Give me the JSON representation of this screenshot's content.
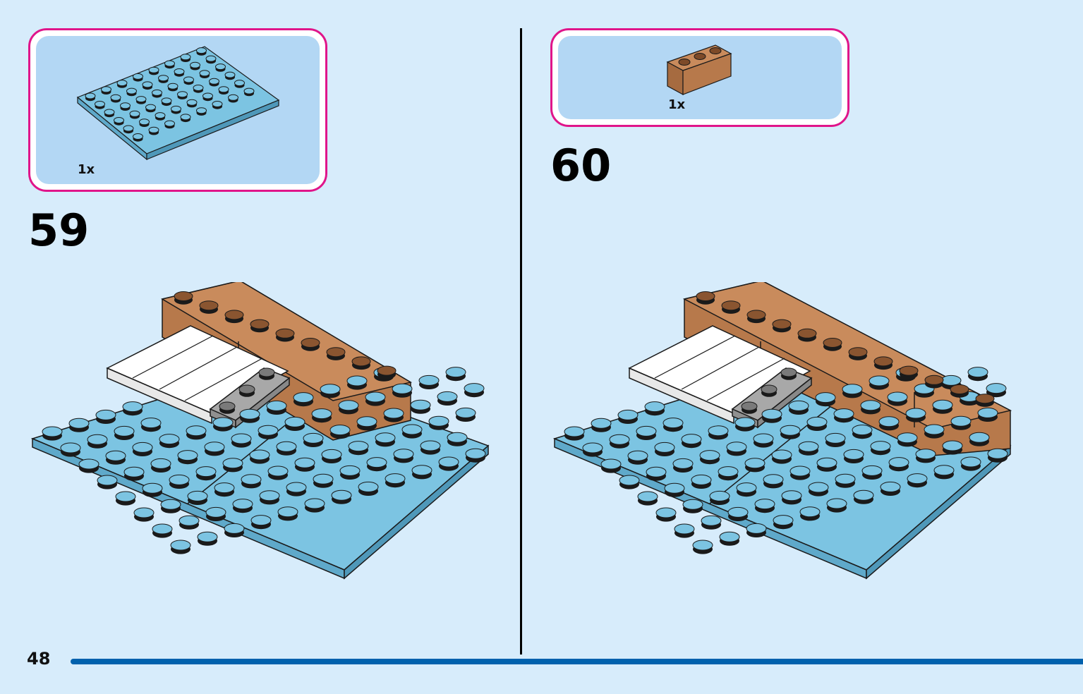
{
  "page": {
    "number": "48"
  },
  "steps": [
    {
      "number": "59",
      "parts": {
        "quantity": "1x",
        "part": "blue-plate-6x8-icon"
      }
    },
    {
      "number": "60",
      "parts": {
        "quantity": "1x",
        "part": "brown-brick-1x3-icon"
      }
    }
  ],
  "colors": {
    "background": "#d7ecfb",
    "part_box_border": "#e0158a",
    "part_box_fill": "#b3d7f4",
    "plate_blue": "#7cc4e2",
    "brick_brown": "#b7794b",
    "tile_white": "#ffffff",
    "plate_gray": "#a8a8a8",
    "footer_bar": "#0061ad"
  }
}
